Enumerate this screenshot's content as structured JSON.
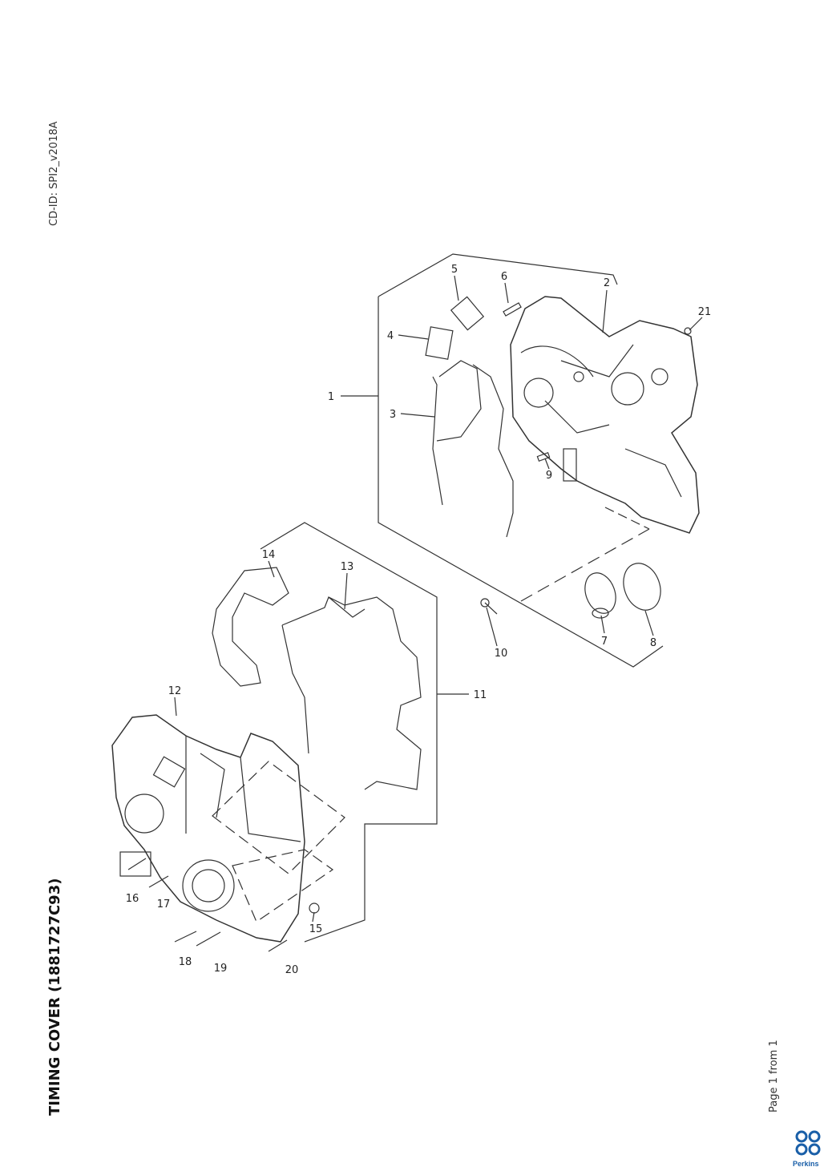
{
  "header": {
    "cd_id": "CD-ID: SPI2_v2018A",
    "title": "TIMING COVER (1881727C93)",
    "pager": "Page 1 from 1"
  },
  "brand": {
    "logo_text": "Perkins",
    "logo_icon": "perkins-logo-icon",
    "color": "#1a5fa8"
  },
  "callouts": [
    "1",
    "2",
    "3",
    "4",
    "5",
    "6",
    "7",
    "8",
    "9",
    "10",
    "11",
    "12",
    "13",
    "14",
    "15",
    "16",
    "17",
    "18",
    "19",
    "20",
    "21"
  ]
}
